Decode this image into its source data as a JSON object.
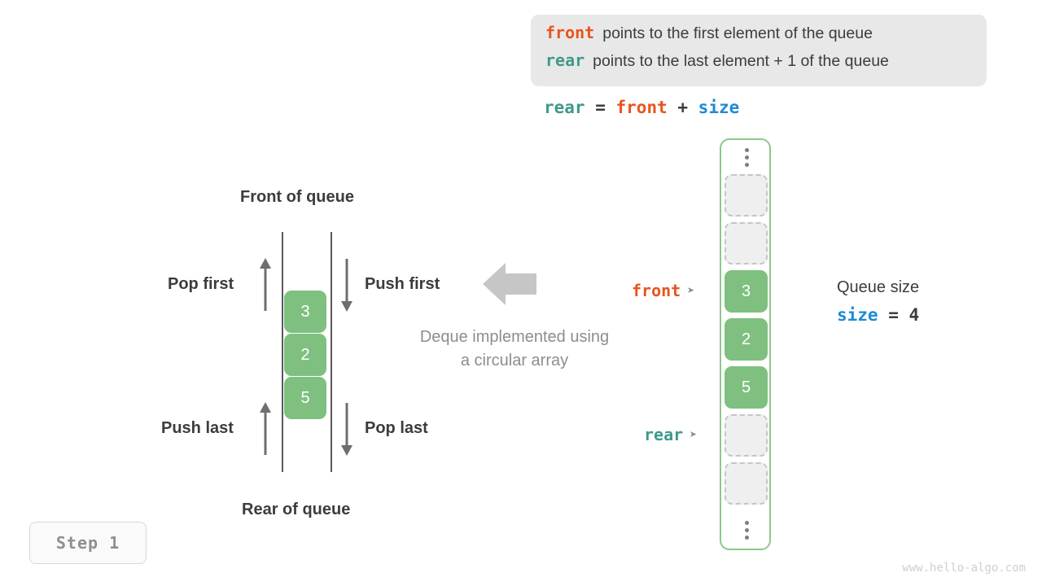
{
  "legend": {
    "rows": [
      {
        "keyword": "front",
        "keyword_color": "#e8541e",
        "text": "points to the first element of the queue"
      },
      {
        "keyword": "rear",
        "keyword_color": "#3f998b",
        "text": "points to the last element + 1 of the queue"
      }
    ],
    "bg_color": "#e8e8e8"
  },
  "formula": {
    "lhs": "rear",
    "eq": " = ",
    "rhs1": "front",
    "plus": " + ",
    "rhs2": "size"
  },
  "array_column": {
    "border_color": "#8dc88d",
    "top_dots": "vertical-ellipsis",
    "bottom_dots": "vertical-ellipsis",
    "cells": [
      {
        "kind": "empty",
        "value": ""
      },
      {
        "kind": "empty",
        "value": ""
      },
      {
        "kind": "filled",
        "value": "3"
      },
      {
        "kind": "filled",
        "value": "2"
      },
      {
        "kind": "filled",
        "value": "5"
      },
      {
        "kind": "empty",
        "value": ""
      },
      {
        "kind": "empty",
        "value": ""
      }
    ],
    "filled_color": "#7fc081",
    "empty_color": "#efefef"
  },
  "pointers": [
    {
      "label": "front",
      "color": "#e8541e",
      "glyph": "➤"
    },
    {
      "label": "rear",
      "color": "#3f998b",
      "glyph": "➤"
    }
  ],
  "queue_size": {
    "title": "Queue size",
    "var_name": "size",
    "var_color": "#1f8ad4",
    "assign": " = ",
    "value": "4"
  },
  "deque": {
    "top_label": "Front of queue",
    "bottom_label": "Rear of queue",
    "operations": [
      {
        "name": "Pop first",
        "direction": "up"
      },
      {
        "name": "Push first",
        "direction": "down"
      },
      {
        "name": "Push last",
        "direction": "up"
      },
      {
        "name": "Pop last",
        "direction": "down"
      }
    ],
    "cells": [
      {
        "value": "3"
      },
      {
        "value": "2"
      },
      {
        "value": "5"
      }
    ]
  },
  "center_caption": {
    "line1": "Deque implemented using",
    "line2": "a circular array"
  },
  "big_arrow": {
    "icon": "left-arrow-icon",
    "color": "#c6c6c6"
  },
  "step_badge": {
    "label": "Step 1"
  },
  "watermark": {
    "text": "www.hello-algo.com"
  }
}
